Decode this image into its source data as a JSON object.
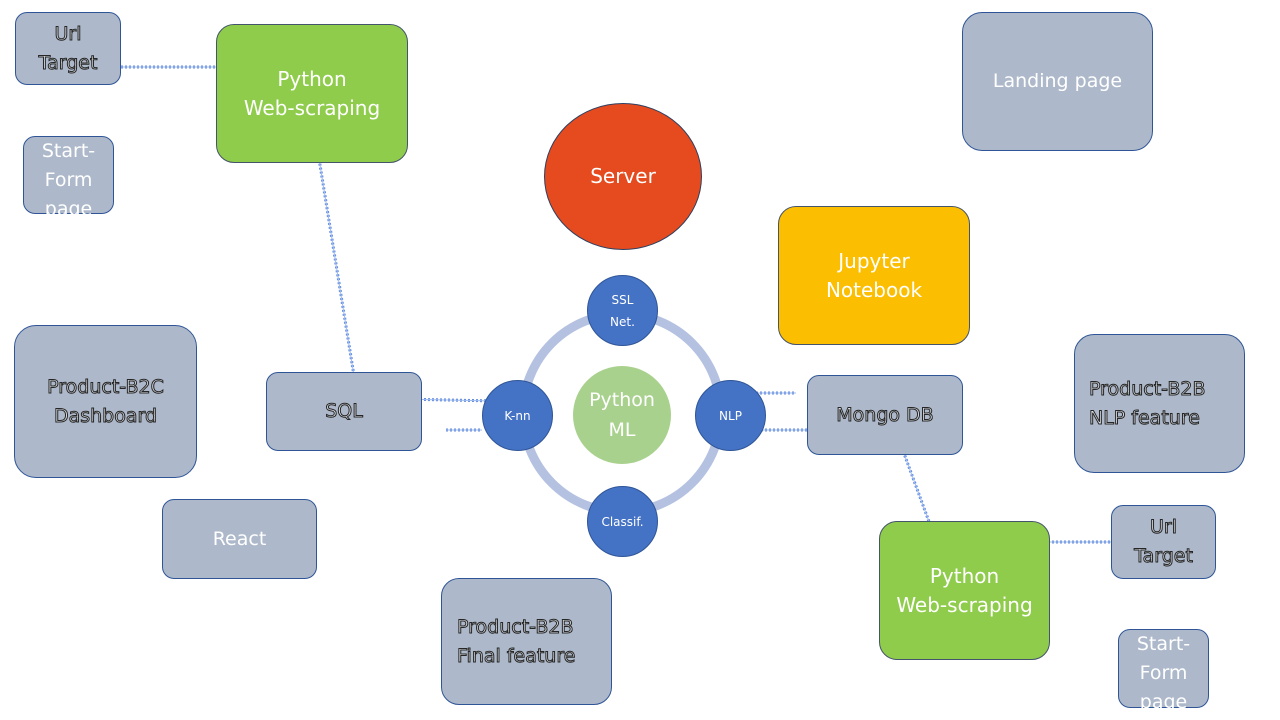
{
  "colors": {
    "gray_box": "#adb9ca",
    "green_box": "#8fcc4c",
    "orange_box": "#fcbe00",
    "server": "#e54b1f",
    "node": "#4472c4",
    "core": "#a9d18e",
    "ring": "#b4c1e0",
    "connector": "#4a78d6"
  },
  "diagram": {
    "url_target_top": "Url\nTarget",
    "python_ws_top": "Python\nWeb-scraping",
    "start_form_top": "Start-\nForm\npage",
    "server": "Server",
    "landing_page": "Landing page",
    "jupyter": "Jupyter\nNotebook",
    "product_b2c": "Product-B2C\nDashboard",
    "sql": "SQL",
    "ring": {
      "center": "Python\nML",
      "top": "SSL\nNet.",
      "left": "K-nn",
      "right": "NLP",
      "bottom": "Classif."
    },
    "mongo": "Mongo DB",
    "product_b2b_nlp": "Product-B2B\nNLP feature",
    "react": "React",
    "product_b2b_final": "Product-B2B\nFinal feature",
    "python_ws_bottom": "Python\nWeb-scraping",
    "url_target_bottom": "Url\nTarget",
    "start_form_bottom": "Start-\nForm\npage"
  }
}
